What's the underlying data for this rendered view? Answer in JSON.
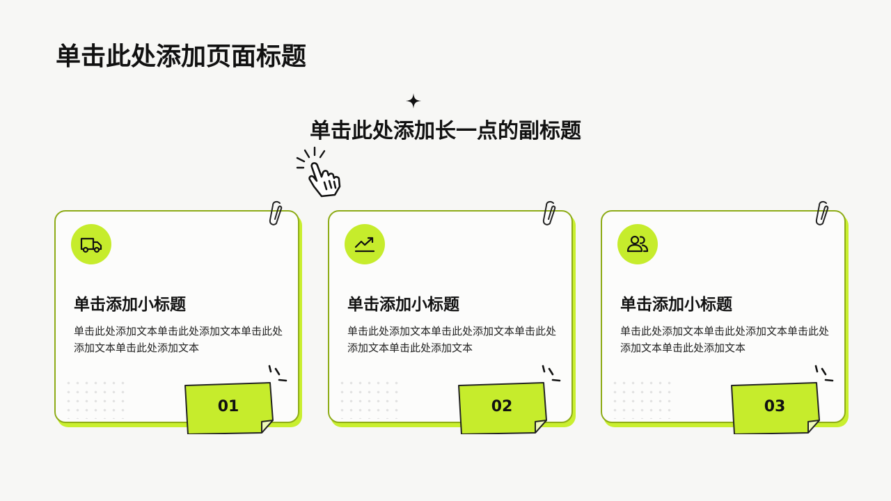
{
  "page": {
    "title": "单击此处添加页面标题",
    "subtitle": "单击此处添加长一点的副标题"
  },
  "colors": {
    "accent": "#c6ec2c",
    "border": "#8dab16",
    "background": "#f7f7f5"
  },
  "cards": [
    {
      "icon": "truck-icon",
      "heading": "单击添加小标题",
      "text": "单击此处添加文本单击此处添加文本单击此处添加文本单击此处添加文本",
      "number": "01"
    },
    {
      "icon": "trend-up-icon",
      "heading": "单击添加小标题",
      "text": "单击此处添加文本单击此处添加文本单击此处添加文本单击此处添加文本",
      "number": "02"
    },
    {
      "icon": "users-icon",
      "heading": "单击添加小标题",
      "text": "单击此处添加文本单击此处添加文本单击此处添加文本单击此处添加文本",
      "number": "03"
    }
  ]
}
